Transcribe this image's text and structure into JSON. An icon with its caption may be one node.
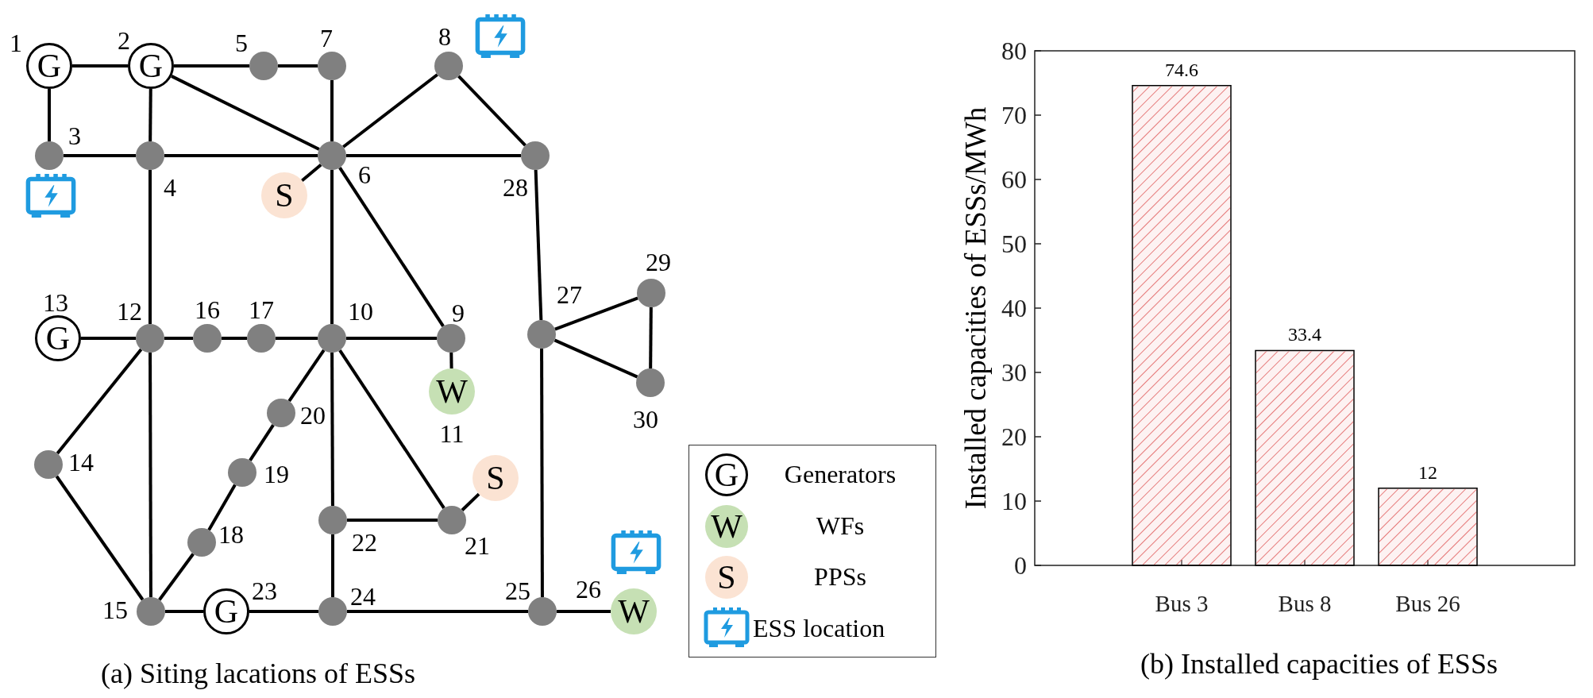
{
  "diagram": {
    "nodes": [
      {
        "text": [
          "G"
        ],
        "beside": [
          "1"
        ]
      },
      {
        "text": [
          "G"
        ],
        "beside": [
          "2"
        ]
      },
      {
        "text": [],
        "shape": "circle",
        "beside": [
          "3"
        ]
      },
      {
        "text": [],
        "shape": "circle",
        "beside": [
          "4"
        ]
      },
      {
        "text": [],
        "shape": "circle",
        "beside": [
          "5"
        ]
      },
      {
        "text": [],
        "shape": "circle",
        "beside": [
          "6"
        ]
      },
      {
        "text": [],
        "shape": "circle",
        "beside": [
          "7"
        ]
      },
      {
        "text": [],
        "shape": "circle",
        "beside": [
          "8"
        ]
      },
      {
        "text": [],
        "shape": "circle",
        "beside": [
          "9"
        ]
      },
      {
        "text": [],
        "shape": "circle",
        "beside": [
          "10"
        ]
      },
      {
        "text": [
          "W"
        ],
        "beside": [
          "11"
        ]
      },
      {
        "text": [],
        "shape": "circle",
        "beside": [
          "12"
        ]
      },
      {
        "text": [
          "G"
        ],
        "beside": [
          "13"
        ]
      },
      {
        "text": [],
        "shape": "circle",
        "beside": [
          "14"
        ]
      },
      {
        "text": [],
        "shape": "circle",
        "beside": [
          "15"
        ]
      },
      {
        "text": [],
        "shape": "circle",
        "beside": [
          "16"
        ]
      },
      {
        "text": [],
        "shape": "circle",
        "beside": [
          "17"
        ]
      },
      {
        "text": [],
        "shape": "circle",
        "beside": [
          "18"
        ]
      },
      {
        "text": [],
        "shape": "circle",
        "beside": [
          "19"
        ]
      },
      {
        "text": [],
        "shape": "circle",
        "beside": [
          "20"
        ]
      },
      {
        "text": [],
        "shape": "circle",
        "beside": [
          "21"
        ]
      },
      {
        "text": [],
        "shape": "circle",
        "beside": [
          "22"
        ]
      },
      {
        "text": [
          "G"
        ],
        "beside": [
          "23"
        ]
      },
      {
        "text": [],
        "shape": "circle",
        "beside": [
          "24"
        ]
      },
      {
        "text": [],
        "shape": "circle",
        "beside": [
          "25"
        ]
      },
      {
        "text": [
          "W"
        ],
        "beside": [
          "26"
        ]
      },
      {
        "text": [],
        "shape": "circle",
        "beside": [
          "27"
        ]
      },
      {
        "text": [],
        "shape": "circle",
        "beside": [
          "28"
        ]
      },
      {
        "text": [],
        "shape": "circle",
        "beside": [
          "29"
        ]
      },
      {
        "text": [],
        "shape": "circle",
        "beside": [
          "30"
        ]
      },
      {
        "text": [
          "S"
        ]
      },
      {
        "text": [
          "S"
        ]
      }
    ],
    "edges": [
      {
        "from": 0,
        "to": 1,
        "arrow": "none"
      },
      {
        "from": 0,
        "to": 2,
        "arrow": "none"
      },
      {
        "from": 1,
        "to": 3,
        "arrow": "none"
      },
      {
        "from": 1,
        "to": 4,
        "arrow": "none"
      },
      {
        "from": 1,
        "to": 5,
        "arrow": "none"
      },
      {
        "from": 4,
        "to": 6,
        "arrow": "none"
      },
      {
        "from": 6,
        "to": 5,
        "arrow": "none"
      },
      {
        "from": 2,
        "to": 3,
        "arrow": "none"
      },
      {
        "from": 3,
        "to": 5,
        "arrow": "none"
      },
      {
        "from": 5,
        "to": 7,
        "arrow": "none"
      },
      {
        "from": 7,
        "to": 27,
        "arrow": "none"
      },
      {
        "from": 5,
        "to": 27,
        "arrow": "none"
      },
      {
        "from": 3,
        "to": 11,
        "arrow": "none"
      },
      {
        "from": 5,
        "to": 30,
        "arrow": "none"
      },
      {
        "from": 5,
        "to": 8,
        "arrow": "none"
      },
      {
        "from": 5,
        "to": 9,
        "arrow": "none"
      },
      {
        "from": 27,
        "to": 26,
        "arrow": "none"
      },
      {
        "from": 26,
        "to": 28,
        "arrow": "none"
      },
      {
        "from": 26,
        "to": 29,
        "arrow": "none"
      },
      {
        "from": 28,
        "to": 29,
        "arrow": "none"
      },
      {
        "from": 12,
        "to": 11,
        "arrow": "none"
      },
      {
        "from": 11,
        "to": 15,
        "arrow": "none"
      },
      {
        "from": 15,
        "to": 16,
        "arrow": "none"
      },
      {
        "from": 16,
        "to": 9,
        "arrow": "none"
      },
      {
        "from": 9,
        "to": 8,
        "arrow": "none"
      },
      {
        "from": 8,
        "to": 10,
        "arrow": "none"
      },
      {
        "from": 11,
        "to": 13,
        "arrow": "none"
      },
      {
        "from": 11,
        "to": 14,
        "arrow": "none"
      },
      {
        "from": 13,
        "to": 14,
        "arrow": "none"
      },
      {
        "from": 9,
        "to": 19,
        "arrow": "none"
      },
      {
        "from": 19,
        "to": 18,
        "arrow": "none"
      },
      {
        "from": 18,
        "to": 17,
        "arrow": "none"
      },
      {
        "from": 17,
        "to": 14,
        "arrow": "none"
      },
      {
        "from": 9,
        "to": 21,
        "arrow": "none"
      },
      {
        "from": 9,
        "to": 20,
        "arrow": "none"
      },
      {
        "from": 21,
        "to": 20,
        "arrow": "none"
      },
      {
        "from": 20,
        "to": 31,
        "arrow": "none"
      },
      {
        "from": 21,
        "to": 23,
        "arrow": "none"
      },
      {
        "from": 14,
        "to": 22,
        "arrow": "none"
      },
      {
        "from": 22,
        "to": 23,
        "arrow": "none"
      },
      {
        "from": 23,
        "to": 24,
        "arrow": "none"
      },
      {
        "from": 24,
        "to": 26,
        "arrow": "none"
      },
      {
        "from": 24,
        "to": 25,
        "arrow": "none"
      }
    ],
    "labels": [
      "G",
      "W",
      "S",
      "(a) Siting lacations of ESSs"
    ],
    "legend": [
      {
        "text": "Generators"
      },
      {
        "text": "WFs"
      },
      {
        "text": "PPSs"
      },
      {
        "text": "ESS location"
      }
    ],
    "chart_data": {
      "type": "bar",
      "title": "(b) Installed capacities of ESSs",
      "ylabel": "Installed capacities of ESSs/MWh",
      "categories": [
        "Bus 3",
        "Bus 8",
        "Bus 26"
      ],
      "series": [
        {
          "color": "#e05a5a",
          "values": [
            74.6,
            33.4,
            12
          ]
        }
      ],
      "ylim": [
        0,
        80
      ],
      "yticks": [
        0,
        10,
        20,
        30,
        40,
        50,
        60,
        70,
        80
      ],
      "data_labels": true
    }
  }
}
